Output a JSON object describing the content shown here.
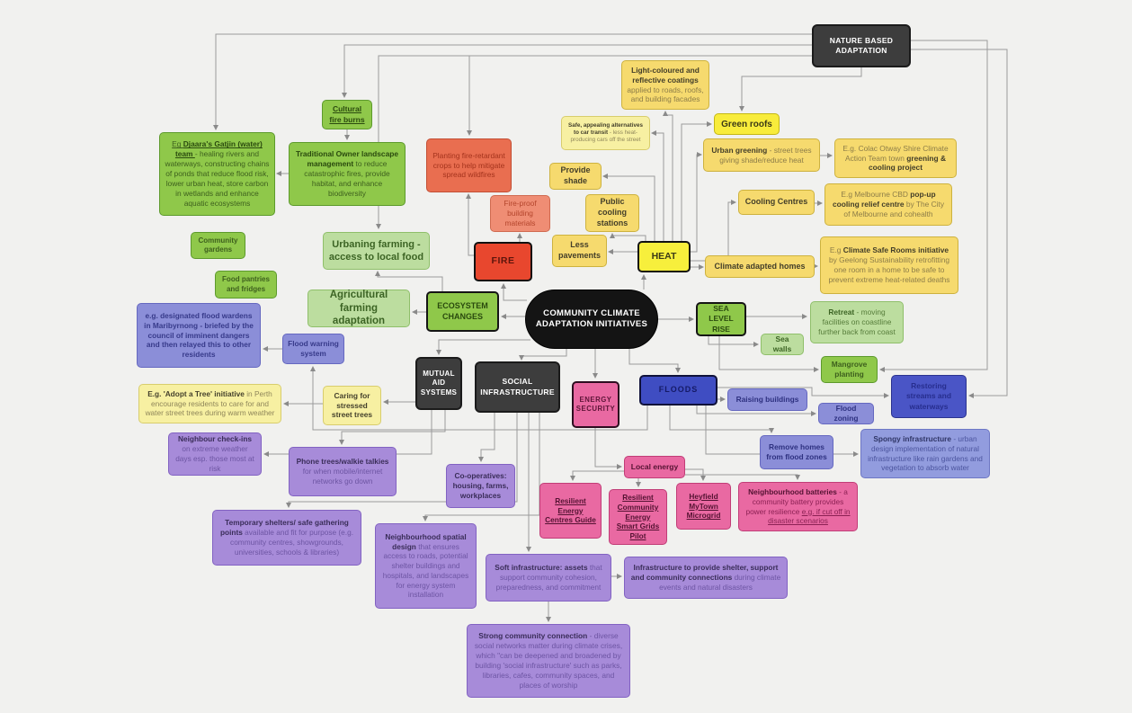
{
  "diagram_title": "COMMUNITY CLIMATE ADAPTATION INITIATIVES",
  "colors": {
    "background": "#f1f1ef",
    "connector": "#9b9b9b",
    "green": "#8fc84a",
    "light_green": "#bcdd9f",
    "yellow": "#f6da6e",
    "bright_yellow": "#f8ec3b",
    "pale_yellow": "#f7f0a2",
    "red": "#e8472e",
    "salmon": "#e96e50",
    "purple": "#a78bd9",
    "blue_purple": "#8b8ed8",
    "dark_blue": "#3f4dc2",
    "pink": "#e969a2",
    "dark": "#3d3d3d",
    "hub_black": "#141414"
  },
  "nodes": {
    "hub": {
      "label": "COMMUNITY CLIMATE ADAPTATION INITIATIVES"
    },
    "nba": {
      "label": "NATURE BASED ADAPTATION"
    },
    "cultural": {
      "segments": [
        {
          "t": "Cultural fire burns",
          "b": true,
          "u": true
        }
      ]
    },
    "djaara": {
      "segments": [
        {
          "t": "Eg ",
          "u": true
        },
        {
          "t": "Djaara's Gatjin (water) team ",
          "b": true,
          "u": true
        },
        {
          "t": "- healing rivers and waterways, constructing chains of ponds that reduce flood risk, lower urban heat, store carbon in wetlands and enhance aquatic ecosystems"
        }
      ]
    },
    "traditional": {
      "segments": [
        {
          "t": "Traditional Owner landscape management ",
          "b": true
        },
        {
          "t": "to reduce catastrophic fires, provide habitat, and enhance biodiversity"
        }
      ]
    },
    "coatings": {
      "segments": [
        {
          "t": "Light-coloured and reflective coatings ",
          "b": true
        },
        {
          "t": "applied to roads, roofs, and building facades"
        }
      ]
    },
    "safe_alt": {
      "segments": [
        {
          "t": "Safe, appealing alternatives to car transit ",
          "b": true
        },
        {
          "t": "- less heat-producing cars off the street"
        }
      ]
    },
    "green_roofs": {
      "label": "Green roofs"
    },
    "urban_greening": {
      "segments": [
        {
          "t": "Urban greening ",
          "b": true
        },
        {
          "t": "- street trees giving shade/reduce heat"
        }
      ]
    },
    "colac": {
      "segments": [
        {
          "t": "E.g. Colac Otway Shire Climate Action Team town "
        },
        {
          "t": "greening & cooling project",
          "b": true
        }
      ]
    },
    "planting": {
      "label": "Planting fire-retardant crops to help mitigate spread wildfires"
    },
    "provide_shade": {
      "label": "Provide shade"
    },
    "fireproof": {
      "label": "Fire-proof building materials"
    },
    "public_cooling": {
      "label": "Public cooling stations"
    },
    "cooling_centres": {
      "label": "Cooling Centres"
    },
    "melbourne": {
      "segments": [
        {
          "t": "E.g Melbourne CBD "
        },
        {
          "t": "pop-up cooling relief centre ",
          "b": true
        },
        {
          "t": "by The City of Melbourne and cohealth"
        }
      ]
    },
    "less_pavements": {
      "label": "Less pavements"
    },
    "heat": {
      "label": "HEAT"
    },
    "climate_homes": {
      "label": "Climate adapted homes"
    },
    "safe_rooms": {
      "segments": [
        {
          "t": "E.g "
        },
        {
          "t": "Climate Safe Rooms initiative ",
          "b": true
        },
        {
          "t": "by Geelong Sustainability retrofitting one room in a home to be safe to prevent extreme heat-related deaths"
        }
      ]
    },
    "community_gardens": {
      "label": "Community gardens"
    },
    "food_pantries": {
      "label": "Food pantries and fridges"
    },
    "urbaning": {
      "label": "Urbaning farming - access to local food"
    },
    "agricultural": {
      "label": "Agricultural farming adaptation"
    },
    "fire": {
      "label": "FIRE"
    },
    "ecosystem": {
      "label": "ECOSYSTEM CHANGES"
    },
    "slr": {
      "label": "SEA LEVEL RISE"
    },
    "retreat": {
      "segments": [
        {
          "t": "Retreat ",
          "b": true
        },
        {
          "t": "- moving facilities on coastline further back from coast"
        }
      ]
    },
    "sea_walls": {
      "label": "Sea walls"
    },
    "mangrove": {
      "label": "Mangrove planting"
    },
    "wardens": {
      "segments": [
        {
          "t": "e.g. designated flood wardens in Maribyrnong - briefed by the council of imminent dangers and then relayed this to other residents",
          "b": true
        }
      ]
    },
    "flood_warning": {
      "segments": [
        {
          "t": "Flood warning system",
          "b": true
        }
      ]
    },
    "mutual_aid": {
      "label": "MUTUAL AID SYSTEMS"
    },
    "social_infra": {
      "label": "SOCIAL INFRASTRUCTURE"
    },
    "energy_security": {
      "label": "ENERGY SECURITY"
    },
    "floods": {
      "label": "FLOODS"
    },
    "raising": {
      "label": "Raising buildings"
    },
    "flood_zoning": {
      "label": "Flood zoning"
    },
    "restoring": {
      "label": "Restoring streams and waterways"
    },
    "remove_homes": {
      "label": "Remove homes from flood zones"
    },
    "spongy": {
      "segments": [
        {
          "t": "Spongy infrastructure ",
          "b": true
        },
        {
          "t": "- urban design implementation of natural infrastructure like rain gardens and vegetation to absorb water"
        }
      ]
    },
    "adopt": {
      "segments": [
        {
          "t": "E.g. 'Adopt a Tree' initiative ",
          "b": true
        },
        {
          "t": "in Perth encourage residents to care for and water street trees during warm weather"
        }
      ]
    },
    "caring": {
      "label": "Caring for stressed street trees"
    },
    "checkins": {
      "segments": [
        {
          "t": "Neighbour check-ins ",
          "b": true
        },
        {
          "t": "on extreme weather days esp. those most at risk"
        }
      ]
    },
    "phone": {
      "segments": [
        {
          "t": "Phone trees/walkie talkies ",
          "b": true
        },
        {
          "t": "for when mobile/internet networks go down"
        }
      ]
    },
    "coop": {
      "label": "Co-operatives: housing, farms, workplaces"
    },
    "local_energy": {
      "label": "Local energy"
    },
    "guide": {
      "segments": [
        {
          "t": "Resilient Energy Centres Guide",
          "b": true,
          "u": true
        }
      ]
    },
    "grids": {
      "segments": [
        {
          "t": "Resilient Community Energy Smart Grids Pilot",
          "b": true,
          "u": true
        }
      ]
    },
    "heyfield": {
      "segments": [
        {
          "t": "Heyfield MyTown Microgrid",
          "b": true,
          "u": true
        }
      ]
    },
    "batteries": {
      "segments": [
        {
          "t": "Neighbourhood batteries ",
          "b": true
        },
        {
          "t": "- a community battery provides power resilience "
        },
        {
          "t": "e.g. if cut off in disaster scenarios",
          "u": true
        }
      ]
    },
    "temp_shelters": {
      "segments": [
        {
          "t": "Temporary shelters/ safe gathering points ",
          "b": true
        },
        {
          "t": "available and fit for purpose (e.g. community centres, showgrounds, universities, schools & libraries)"
        }
      ]
    },
    "spatial": {
      "segments": [
        {
          "t": "Neighbourhood spatial design ",
          "b": true
        },
        {
          "t": "that ensures access to roads, potential shelter buildings and hospitals, and landscapes for energy system installation"
        }
      ]
    },
    "soft": {
      "segments": [
        {
          "t": "Soft infrastructure: assets ",
          "b": true
        },
        {
          "t": "that support community cohesion, preparedness, and commitment"
        }
      ]
    },
    "infra_shelter": {
      "segments": [
        {
          "t": "Infrastructure to provide shelter, support and community connections ",
          "b": true
        },
        {
          "t": "during climate events and natural disasters"
        }
      ]
    },
    "strong": {
      "segments": [
        {
          "t": "Strong community connection ",
          "b": true
        },
        {
          "t": "- diverse social networks matter during climate crises, which \"can be deepened and broadened by building 'social infrastructure' such as parks, libraries, cafes, community spaces, and places of worship"
        }
      ]
    }
  },
  "edges": [
    [
      "nba",
      "djaara"
    ],
    [
      "nba",
      "cultural"
    ],
    [
      "nba",
      "planting"
    ],
    [
      "nba",
      "urbaning"
    ],
    [
      "nba",
      "green_roofs"
    ],
    [
      "nba",
      "restoring"
    ],
    [
      "nba",
      "mangrove"
    ],
    [
      "cultural",
      "traditional"
    ],
    [
      "traditional",
      "djaara"
    ],
    [
      "hub",
      "fire"
    ],
    [
      "hub",
      "heat"
    ],
    [
      "hub",
      "ecosystem"
    ],
    [
      "hub",
      "slr"
    ],
    [
      "hub",
      "floods"
    ],
    [
      "hub",
      "energy_security"
    ],
    [
      "hub",
      "social_infra"
    ],
    [
      "hub",
      "mutual_aid"
    ],
    [
      "fire",
      "fireproof"
    ],
    [
      "fire",
      "planting"
    ],
    [
      "heat",
      "less_pavements"
    ],
    [
      "heat",
      "public_cooling"
    ],
    [
      "heat",
      "provide_shade"
    ],
    [
      "heat",
      "safe_alt"
    ],
    [
      "heat",
      "coatings"
    ],
    [
      "heat",
      "green_roofs"
    ],
    [
      "heat",
      "urban_greening"
    ],
    [
      "heat",
      "cooling_centres"
    ],
    [
      "heat",
      "climate_homes"
    ],
    [
      "urban_greening",
      "colac"
    ],
    [
      "cooling_centres",
      "melbourne"
    ],
    [
      "climate_homes",
      "safe_rooms"
    ],
    [
      "ecosystem",
      "agricultural"
    ],
    [
      "ecosystem",
      "urbaning"
    ],
    [
      "slr",
      "retreat"
    ],
    [
      "slr",
      "sea_walls"
    ],
    [
      "slr",
      "mangrove"
    ],
    [
      "floods",
      "raising"
    ],
    [
      "floods",
      "flood_zoning"
    ],
    [
      "floods",
      "remove_homes"
    ],
    [
      "floods",
      "restoring"
    ],
    [
      "floods",
      "spongy"
    ],
    [
      "floods",
      "flood_warning"
    ],
    [
      "flood_warning",
      "wardens"
    ],
    [
      "mutual_aid",
      "caring"
    ],
    [
      "caring",
      "adopt"
    ],
    [
      "mutual_aid",
      "checkins"
    ],
    [
      "mutual_aid",
      "phone"
    ],
    [
      "social_infra",
      "coop"
    ],
    [
      "social_infra",
      "temp_shelters"
    ],
    [
      "social_infra",
      "spatial"
    ],
    [
      "social_infra",
      "soft"
    ],
    [
      "soft",
      "infra_shelter"
    ],
    [
      "soft",
      "strong"
    ],
    [
      "energy_security",
      "local_energy"
    ],
    [
      "local_energy",
      "guide"
    ],
    [
      "local_energy",
      "grids"
    ],
    [
      "local_energy",
      "heyfield"
    ],
    [
      "local_energy",
      "batteries"
    ]
  ]
}
